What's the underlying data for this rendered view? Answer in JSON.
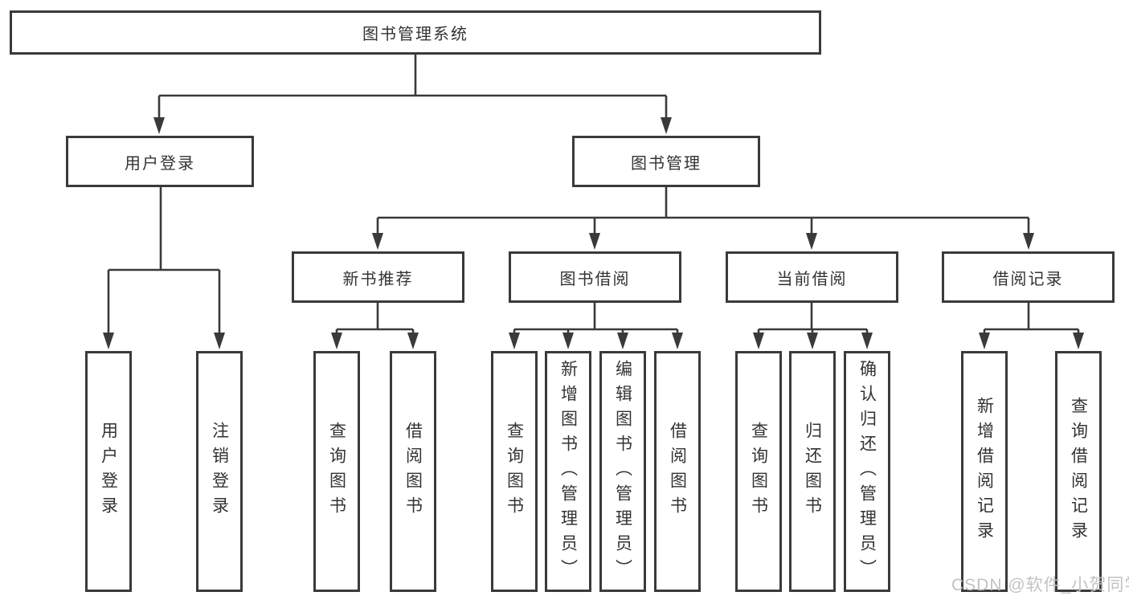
{
  "root": {
    "label": "图书管理系统"
  },
  "level1": [
    {
      "label": "用户登录"
    },
    {
      "label": "图书管理"
    }
  ],
  "level2": [
    {
      "label": "新书推荐"
    },
    {
      "label": "图书借阅"
    },
    {
      "label": "当前借阅"
    },
    {
      "label": "借阅记录"
    }
  ],
  "leaves": [
    {
      "label": "用户登录"
    },
    {
      "label": "注销登录"
    },
    {
      "label": "查询图书"
    },
    {
      "label": "借阅图书"
    },
    {
      "label": "查询图书"
    },
    {
      "label": "新增图书（管理员）"
    },
    {
      "label": "编辑图书（管理员）"
    },
    {
      "label": "借阅图书"
    },
    {
      "label": "查询图书"
    },
    {
      "label": "归还图书"
    },
    {
      "label": "确认归还（管理员）"
    },
    {
      "label": "新增借阅记录"
    },
    {
      "label": "查询借阅记录"
    }
  ],
  "watermark": "CSDN @软件_小贺同学",
  "colors": {
    "line": "#3a3a3a",
    "text": "#333333",
    "watermark": "#c2c2c2",
    "background": "#ffffff"
  }
}
